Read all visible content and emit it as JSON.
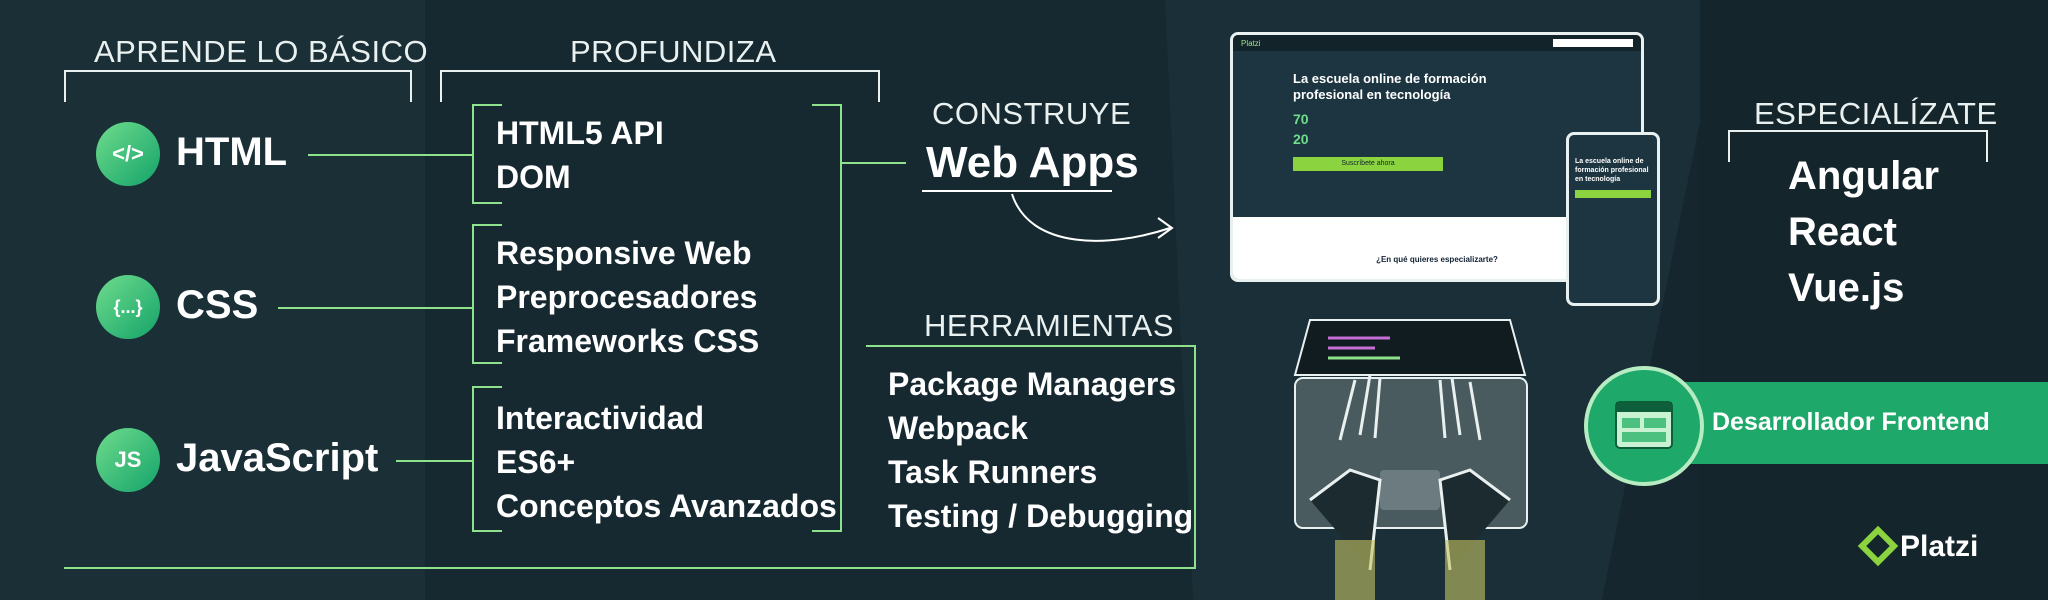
{
  "sections": {
    "basico_title": "APRENDE LO BÁSICO",
    "profundiza_title": "PROFUNDIZA",
    "construye_title": "CONSTRUYE",
    "construye_sub": "Web Apps",
    "herramientas_title": "HERRAMIENTAS",
    "especializate_title": "ESPECIALÍZATE"
  },
  "basics": [
    {
      "icon_text": "</>",
      "label": "HTML"
    },
    {
      "icon_text": "{...}",
      "label": "CSS"
    },
    {
      "icon_text": "JS",
      "label": "JavaScript"
    }
  ],
  "profundiza": {
    "html": [
      "HTML5 API",
      "DOM"
    ],
    "css": [
      "Responsive Web",
      "Preprocesadores",
      "Frameworks CSS"
    ],
    "js": [
      "Interactividad",
      "ES6+",
      "Conceptos Avanzados"
    ]
  },
  "herramientas": [
    "Package Managers",
    "Webpack",
    "Task Runners",
    "Testing / Debugging"
  ],
  "especializate": [
    "Angular",
    "React",
    "Vue.js"
  ],
  "badge_label": "Desarrollador Frontend",
  "brand": "Platzi",
  "mockup": {
    "headline": "La escuela online de formación profesional en tecnología",
    "stat1": "70",
    "stat2": "20",
    "cta": "Suscríbete ahora",
    "question": "¿En qué quieres especializarte?",
    "mobile_headline": "La escuela online de formación profesional en tecnología"
  },
  "colors": {
    "accent": "#6fdc8c",
    "accent_dark": "#14a36a",
    "bg": "#16262e"
  }
}
